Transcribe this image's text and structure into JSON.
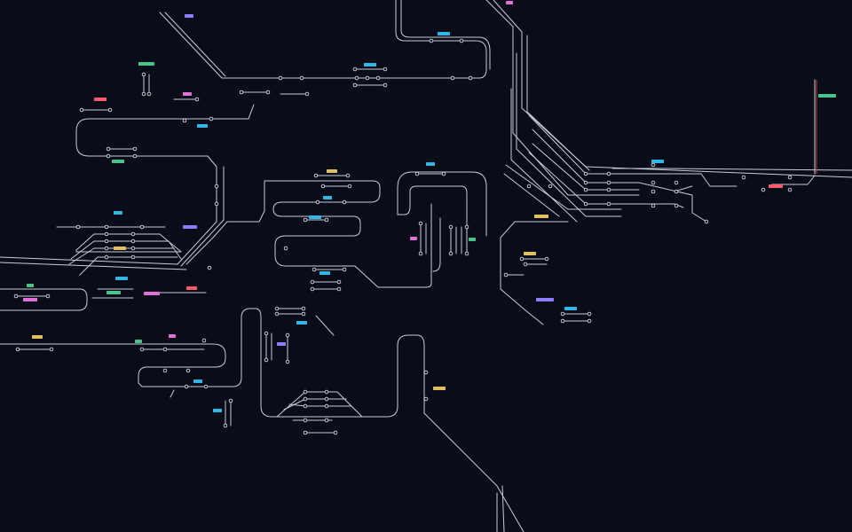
{
  "map": {
    "theme": {
      "background": "#080d18",
      "track_color": "#c9ccd4",
      "signal_red": "#c23d4b"
    },
    "label_palette": [
      "#33b5e5",
      "#e56fd8",
      "#4cc38a",
      "#e0c060",
      "#ff5a6e",
      "#8f7cff"
    ],
    "station_tags": [
      {
        "name": "station-tag-a",
        "color": "#8f7cff"
      },
      {
        "name": "station-tag-b",
        "color": "#e56fd8"
      },
      {
        "name": "station-tag-c",
        "color": "#33b5e5"
      },
      {
        "name": "station-tag-d",
        "color": "#33b5e5"
      },
      {
        "name": "station-tag-e",
        "color": "#4cc38a"
      },
      {
        "name": "station-tag-f",
        "color": "#33b5e5"
      },
      {
        "name": "station-tag-g",
        "color": "#ff5a6e"
      },
      {
        "name": "station-tag-h",
        "color": "#e56fd8"
      },
      {
        "name": "station-tag-i",
        "color": "#4cc38a"
      },
      {
        "name": "station-tag-j",
        "color": "#e0c060"
      },
      {
        "name": "station-tag-k",
        "color": "#33b5e5"
      },
      {
        "name": "station-tag-l",
        "color": "#33b5e5"
      },
      {
        "name": "station-tag-m",
        "color": "#e0c060"
      },
      {
        "name": "station-tag-n",
        "color": "#4cc38a"
      },
      {
        "name": "station-tag-o",
        "color": "#33b5e5"
      },
      {
        "name": "station-tag-p",
        "color": "#e56fd8"
      },
      {
        "name": "station-tag-q",
        "color": "#33b5e5"
      },
      {
        "name": "station-tag-r",
        "color": "#4cc38a"
      },
      {
        "name": "station-tag-s",
        "color": "#e0c060"
      },
      {
        "name": "station-tag-t",
        "color": "#8f7cff"
      },
      {
        "name": "station-tag-u",
        "color": "#33b5e5"
      },
      {
        "name": "station-tag-v",
        "color": "#e0c060"
      },
      {
        "name": "station-tag-w",
        "color": "#33b5e5"
      },
      {
        "name": "station-tag-x",
        "color": "#4cc38a"
      },
      {
        "name": "station-tag-y",
        "color": "#e56fd8"
      },
      {
        "name": "station-tag-z",
        "color": "#ff5a6e"
      },
      {
        "name": "station-tag-aa",
        "color": "#e56fd8"
      },
      {
        "name": "station-tag-ab",
        "color": "#4cc38a"
      },
      {
        "name": "station-tag-ac",
        "color": "#e0c060"
      },
      {
        "name": "station-tag-ad",
        "color": "#e56fd8"
      },
      {
        "name": "station-tag-ae",
        "color": "#4cc38a"
      },
      {
        "name": "station-tag-af",
        "color": "#33b5e5"
      },
      {
        "name": "station-tag-ag",
        "color": "#33b5e5"
      },
      {
        "name": "station-tag-ah",
        "color": "#8f7cff"
      },
      {
        "name": "station-tag-ai",
        "color": "#33b5e5"
      },
      {
        "name": "station-tag-aj",
        "color": "#33b5e5"
      },
      {
        "name": "station-tag-ak",
        "color": "#8f7cff"
      },
      {
        "name": "station-tag-al",
        "color": "#33b5e5"
      },
      {
        "name": "station-tag-am",
        "color": "#e0c060"
      },
      {
        "name": "station-tag-an",
        "color": "#ff5a6e"
      }
    ]
  }
}
